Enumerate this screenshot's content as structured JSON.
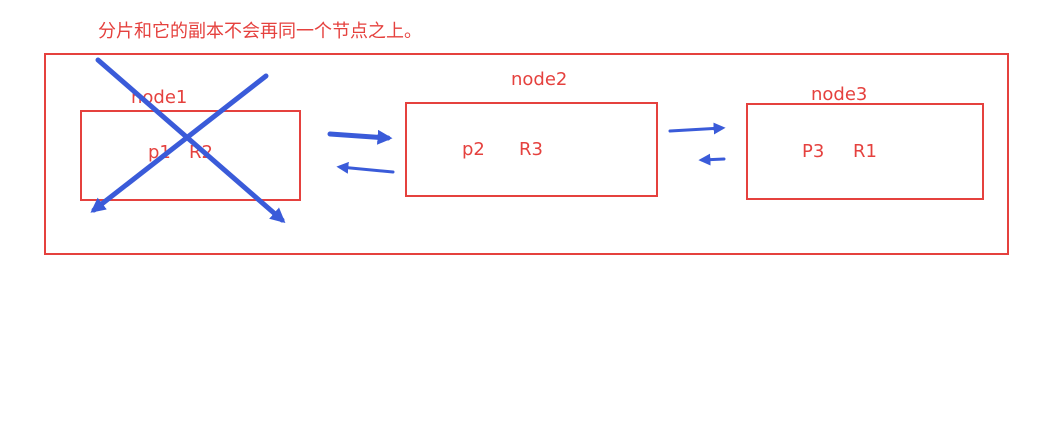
{
  "caption": "分片和它的副本不会再同一个节点之上。",
  "nodes": [
    {
      "label": "node1",
      "primary": "p1",
      "replica": "R2"
    },
    {
      "label": "node2",
      "primary": "p2",
      "replica": "R3"
    },
    {
      "label": "node3",
      "primary": "P3",
      "replica": "R1"
    }
  ],
  "colors": {
    "text": "#e5413e",
    "border": "#e5413e",
    "arrow": "#3a5bd9"
  }
}
